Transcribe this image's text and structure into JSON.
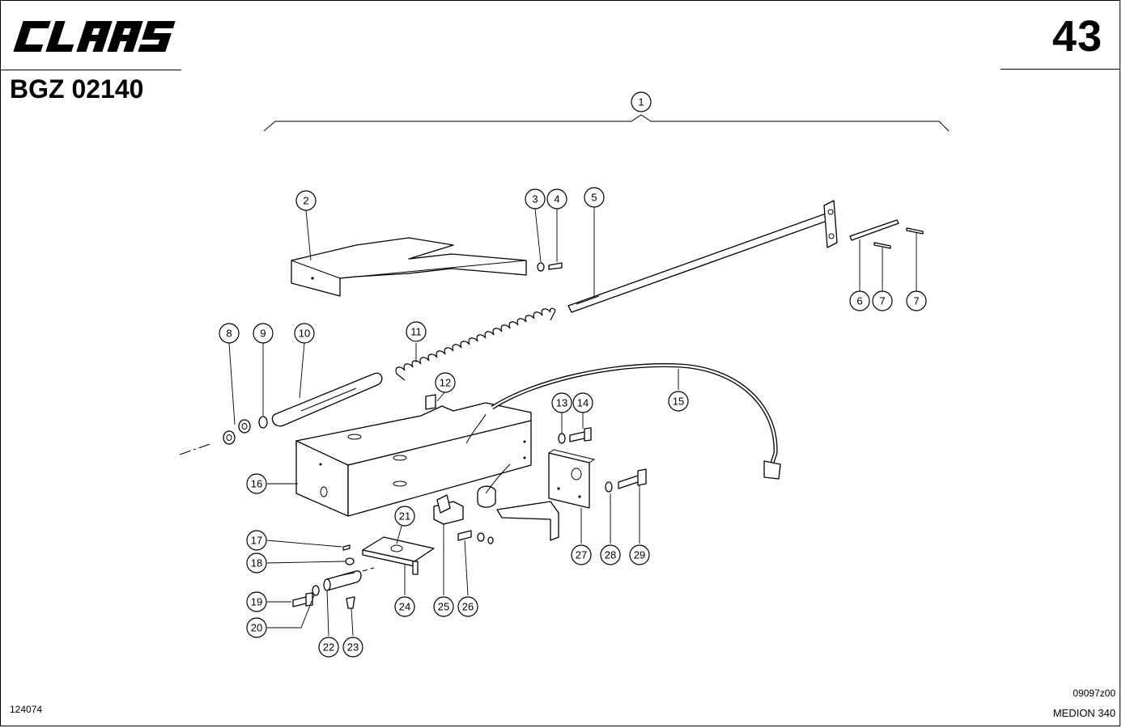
{
  "header": {
    "brand": "CLAAS",
    "page_number": "43",
    "document_code": "BGZ 02140"
  },
  "footer": {
    "document_id": "124074",
    "drawing_ref": "09097z00",
    "model": "MEDION 340"
  },
  "callouts": [
    {
      "id": "1",
      "label": "1"
    },
    {
      "id": "2",
      "label": "2"
    },
    {
      "id": "3",
      "label": "3"
    },
    {
      "id": "4",
      "label": "4"
    },
    {
      "id": "5",
      "label": "5"
    },
    {
      "id": "6",
      "label": "6"
    },
    {
      "id": "7a",
      "label": "7"
    },
    {
      "id": "7b",
      "label": "7"
    },
    {
      "id": "8",
      "label": "8"
    },
    {
      "id": "9",
      "label": "9"
    },
    {
      "id": "10",
      "label": "10"
    },
    {
      "id": "11",
      "label": "11"
    },
    {
      "id": "12",
      "label": "12"
    },
    {
      "id": "13",
      "label": "13"
    },
    {
      "id": "14",
      "label": "14"
    },
    {
      "id": "15",
      "label": "15"
    },
    {
      "id": "16",
      "label": "16"
    },
    {
      "id": "17",
      "label": "17"
    },
    {
      "id": "18",
      "label": "18"
    },
    {
      "id": "19",
      "label": "19"
    },
    {
      "id": "20",
      "label": "20"
    },
    {
      "id": "21",
      "label": "21"
    },
    {
      "id": "22",
      "label": "22"
    },
    {
      "id": "23",
      "label": "23"
    },
    {
      "id": "24",
      "label": "24"
    },
    {
      "id": "25",
      "label": "25"
    },
    {
      "id": "26",
      "label": "26"
    },
    {
      "id": "27",
      "label": "27"
    },
    {
      "id": "28",
      "label": "28"
    },
    {
      "id": "29",
      "label": "29"
    }
  ]
}
